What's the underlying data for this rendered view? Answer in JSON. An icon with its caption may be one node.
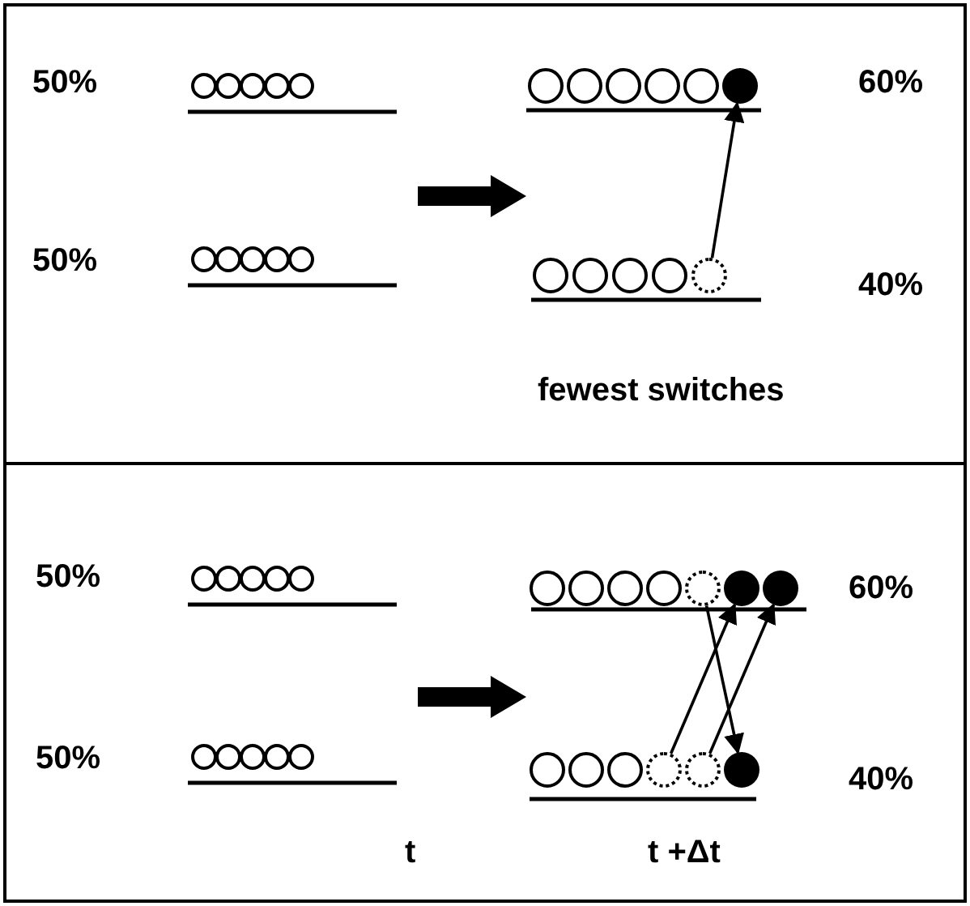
{
  "diagram": {
    "nodes": [
      {
        "text": [
          "fewest switches"
        ]
      },
      {
        "text": [],
        "shape": "circle",
        "in": 0
      },
      {
        "text": [],
        "shape": "circle",
        "in": 0
      },
      {
        "text": [
          "t",
          "t +Δt"
        ]
      },
      {
        "text": [],
        "shape": "circle",
        "in": 3
      },
      {
        "text": [],
        "shape": "circle",
        "in": 3
      },
      {
        "text": [],
        "shape": "circle",
        "in": 3
      },
      {
        "text": [],
        "shape": "circle",
        "in": 3
      },
      {
        "text": [],
        "shape": "circle",
        "in": 3
      },
      {
        "text": [],
        "shape": "circle",
        "in": 3
      }
    ],
    "edges": [
      {
        "from": 1,
        "to": 2,
        "arrow": "to"
      },
      {
        "from": 7,
        "to": 5,
        "arrow": "to"
      },
      {
        "from": 8,
        "to": 6,
        "arrow": "to"
      },
      {
        "from": 4,
        "to": 9,
        "arrow": "to"
      }
    ],
    "labels": [
      "50%",
      "60%",
      "50%",
      "40%",
      "50%",
      "60%",
      "50%",
      "40%"
    ]
  }
}
